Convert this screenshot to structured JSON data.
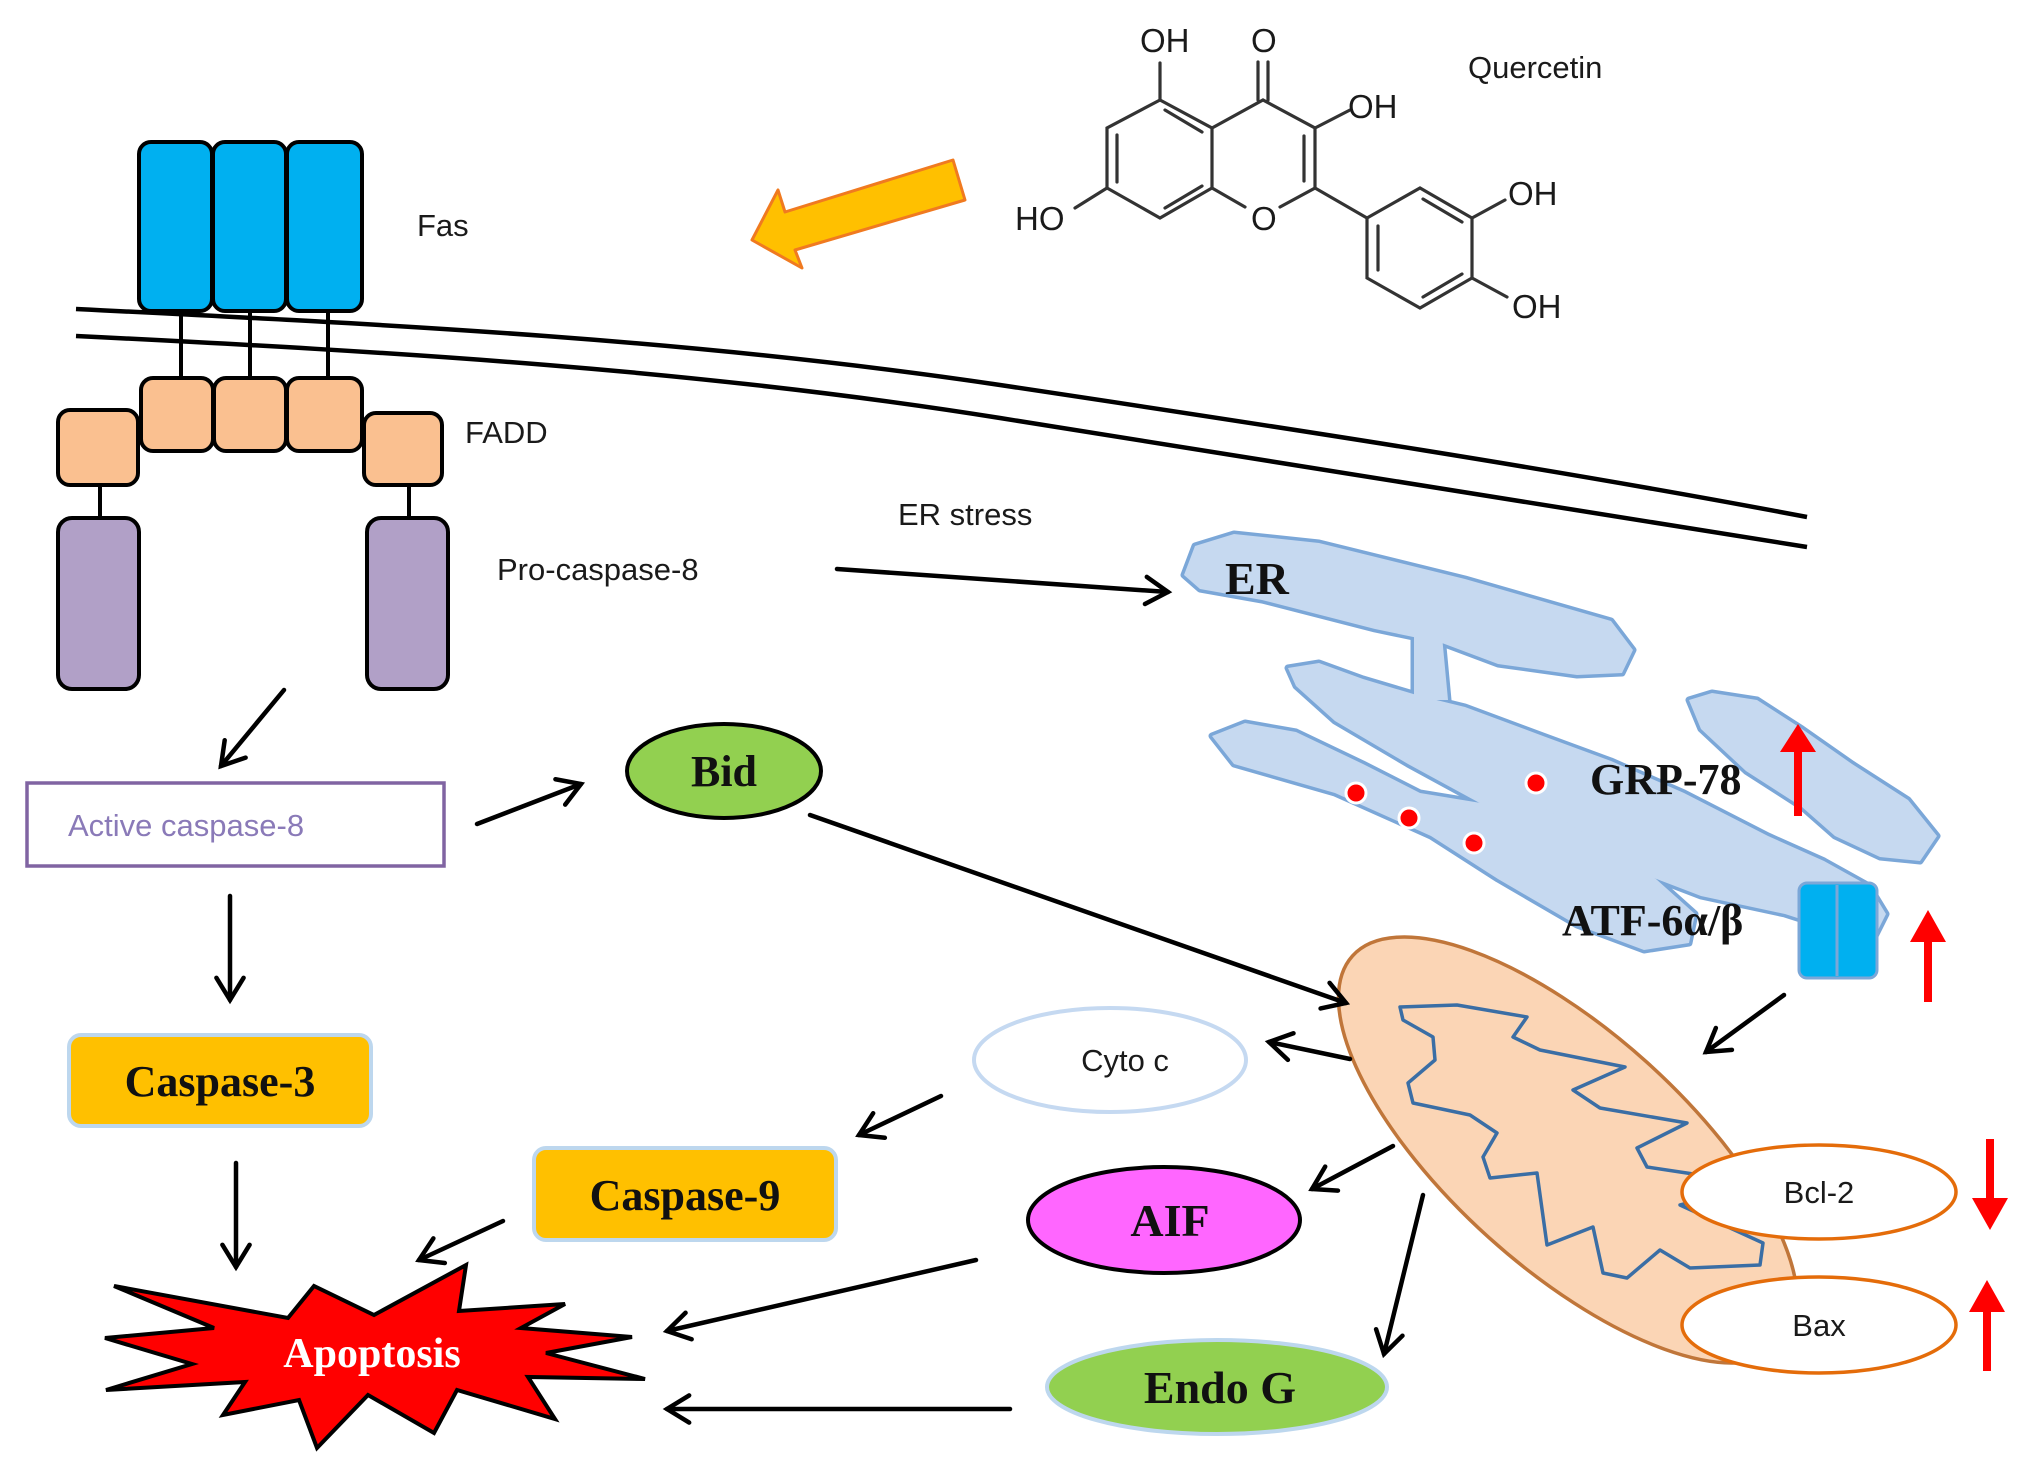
{
  "diagram": {
    "title": "Quercetin-induced apoptosis pathway",
    "compound": {
      "name": "Quercetin",
      "substituents": [
        "OH",
        "O",
        "OH",
        "HO",
        "O",
        "OH",
        "OH"
      ]
    },
    "receptor": {
      "label": "Fas"
    },
    "adaptor": {
      "label": "FADD"
    },
    "procaspase": {
      "label": "Pro-caspase-8"
    },
    "er_stress": {
      "label": "ER stress"
    },
    "er": {
      "label": "ER",
      "markers": [
        {
          "label": "GRP-78",
          "change": "up",
          "change_icon": "red-up-arrow"
        },
        {
          "label": "ATF-6α/β",
          "change": "up",
          "change_icon": "red-up-arrow"
        }
      ]
    },
    "nodes": {
      "active_caspase8": "Active caspase-8",
      "bid": "Bid",
      "caspase3": "Caspase-3",
      "caspase9": "Caspase-9",
      "cyto_c": "Cyto c",
      "aif": "AIF",
      "endo_g": "Endo G",
      "apoptosis": "Apoptosis"
    },
    "mitochondria": {
      "proteins": [
        {
          "label": "Bcl-2",
          "change": "down",
          "change_icon": "red-down-arrow"
        },
        {
          "label": "Bax",
          "change": "up",
          "change_icon": "red-up-arrow"
        }
      ]
    },
    "edges": [
      {
        "from": "Quercetin",
        "to": "Fas",
        "style": "orange-block-arrow"
      },
      {
        "from": "Pro-caspase-8",
        "to": "Active caspase-8"
      },
      {
        "from": "Pro-caspase-8",
        "to": "ER",
        "label": "ER stress"
      },
      {
        "from": "Active caspase-8",
        "to": "Bid"
      },
      {
        "from": "Active caspase-8",
        "to": "Caspase-3"
      },
      {
        "from": "Caspase-3",
        "to": "Apoptosis"
      },
      {
        "from": "Bid",
        "to": "Mitochondria"
      },
      {
        "from": "ATF-6α/β",
        "to": "Mitochondria"
      },
      {
        "from": "Mitochondria",
        "to": "Cyto c"
      },
      {
        "from": "Cyto c",
        "to": "Caspase-9"
      },
      {
        "from": "Caspase-9",
        "to": "Apoptosis"
      },
      {
        "from": "Mitochondria",
        "to": "AIF"
      },
      {
        "from": "AIF",
        "to": "Apoptosis"
      },
      {
        "from": "Mitochondria",
        "to": "Endo G"
      },
      {
        "from": "Endo G",
        "to": "Apoptosis"
      }
    ],
    "colors": {
      "fas": "#00b0f0",
      "fadd": "#fac090",
      "procaspase": "#b1a0c7",
      "active_caspase8_border": "#8064a2",
      "active_caspase8_text": "#8a7ab8",
      "bid": "#92d050",
      "caspase": "#ffc000",
      "caspase_border": "#bdd7ee",
      "aif": "#ff66ff",
      "endo_g": "#92d050",
      "apoptosis": "#ff0000",
      "er_fill": "#c6d9f0",
      "er_stroke": "#7ba7d8",
      "mito_fill": "#fbd5b5",
      "mito_stroke": "#c0763a",
      "cristae": "#3a6ea5",
      "bcl_bax_stroke": "#e46c0a",
      "change_arrow": "#ff0000",
      "quercetin_arrow_fill": "#ffc000",
      "quercetin_arrow_stroke": "#f07a20"
    }
  }
}
